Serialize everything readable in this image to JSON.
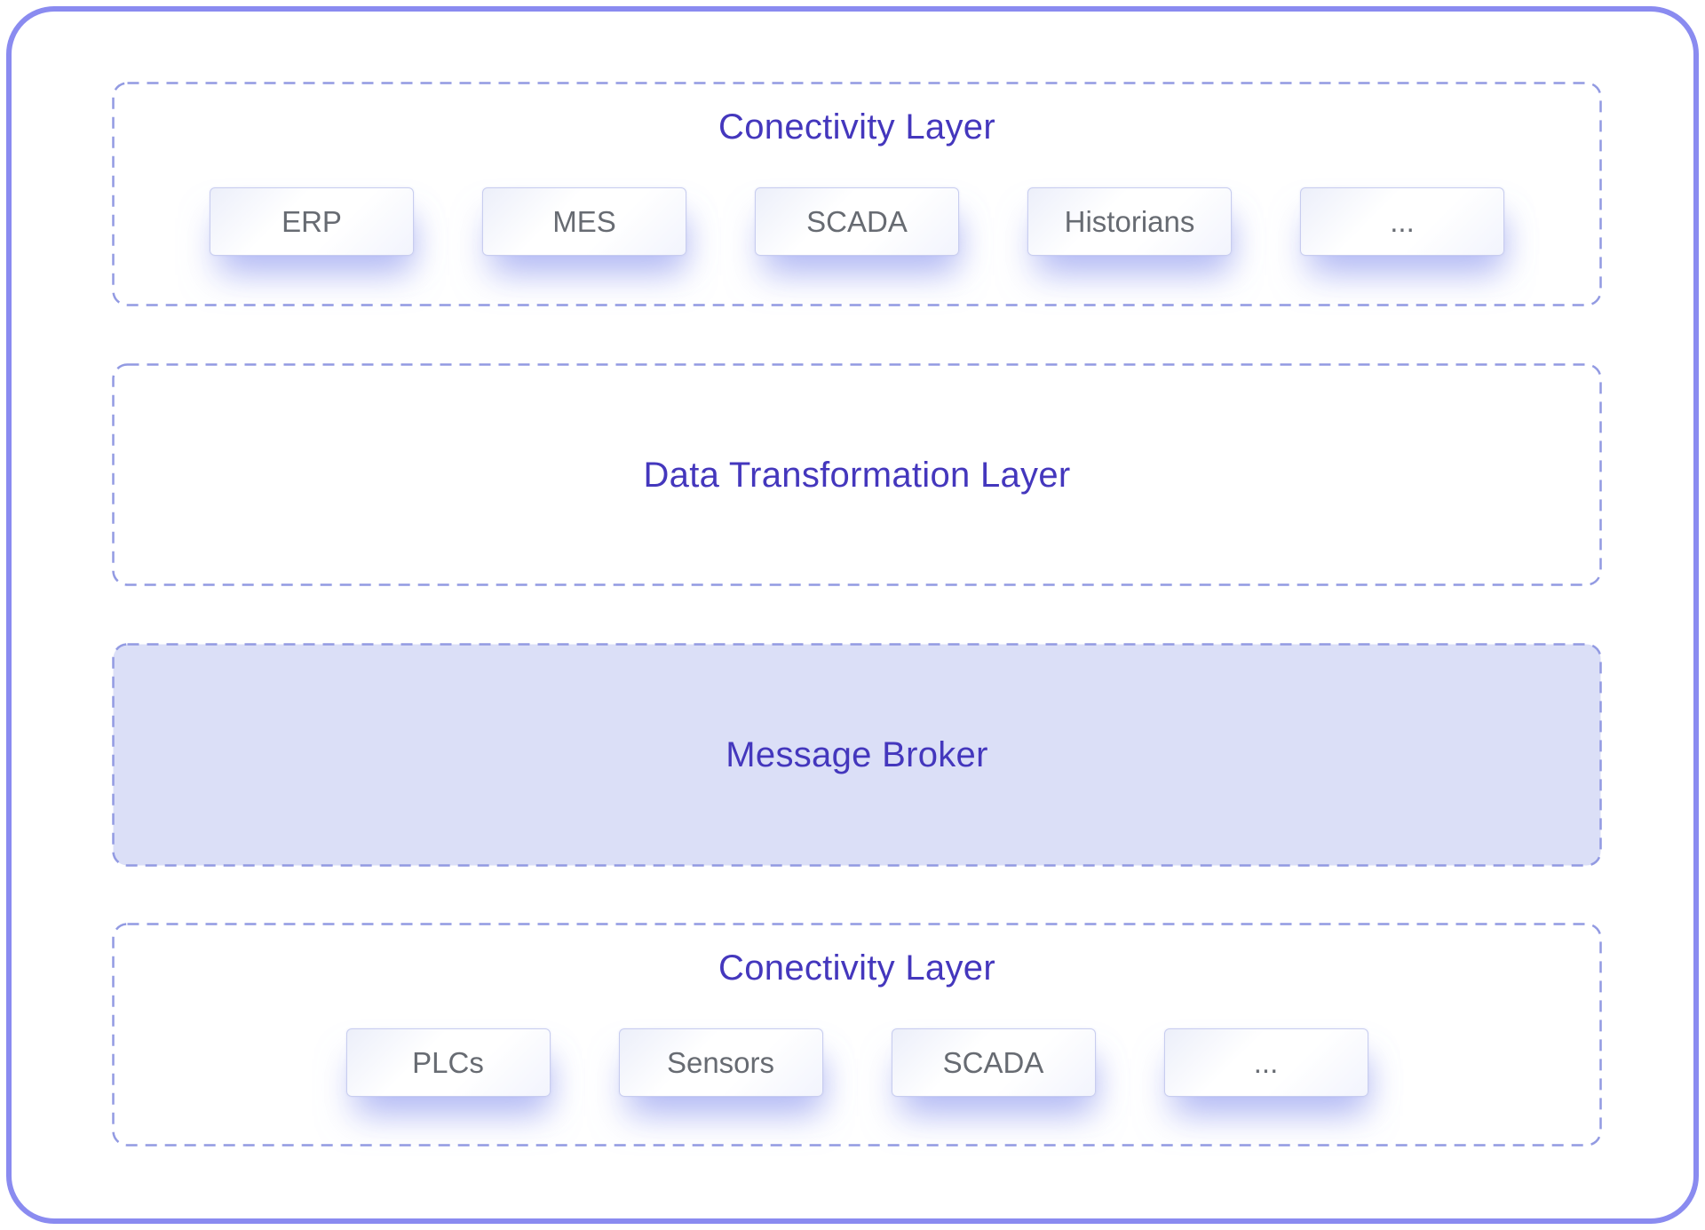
{
  "diagram": {
    "type": "layered-architecture",
    "colors": {
      "frame_border": "#8a8bf0",
      "dashed_border": "#929ae2",
      "layer_title": "#4437bd",
      "chip_text": "#676b72",
      "chip_border": "#c8cdef",
      "message_broker_fill": "#dbdff7"
    },
    "sections": [
      {
        "id": "connectivity-top",
        "title": "Conectivity Layer",
        "items": [
          "ERP",
          "MES",
          "SCADA",
          "Historians",
          "..."
        ]
      },
      {
        "id": "data-transformation",
        "title": "Data Transformation Layer",
        "items": []
      },
      {
        "id": "message-broker",
        "title": "Message Broker",
        "items": [],
        "filled": true
      },
      {
        "id": "connectivity-bottom",
        "title": "Conectivity Layer",
        "items": [
          "PLCs",
          "Sensors",
          "SCADA",
          "..."
        ]
      }
    ]
  }
}
